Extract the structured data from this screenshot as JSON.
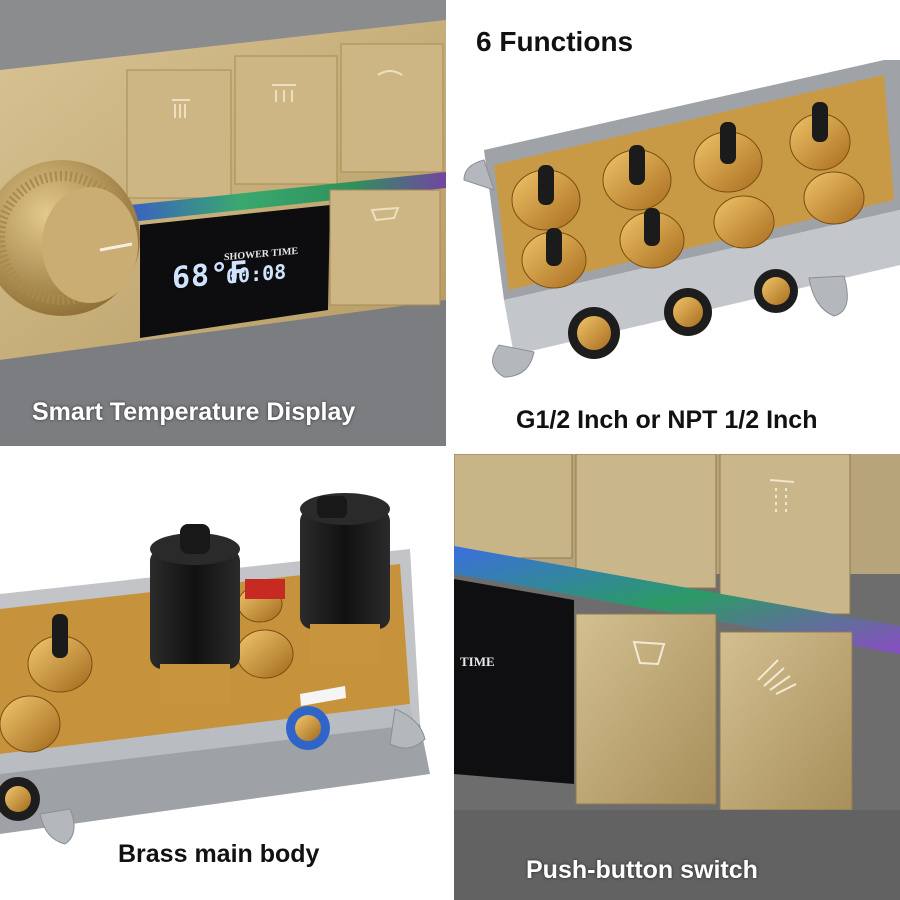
{
  "panels": {
    "top_left": {
      "caption": "Smart Temperature Display",
      "display_readout": "68°F",
      "display_label": "SHOWER TIME",
      "display_time": "00:08"
    },
    "top_right": {
      "title": "6 Functions",
      "caption": "G1/2 Inch or NPT 1/2 Inch"
    },
    "bottom_left": {
      "caption": "Brass main body"
    },
    "bottom_right": {
      "caption": "Push-button switch",
      "display_label": "TIME"
    }
  },
  "colors": {
    "brushed_gold": "#c9b07a",
    "brass": "#d9a441",
    "valve_box_gray": "#b9bcc0",
    "display_black": "#0d0d10",
    "knob_black": "#1a1a1a"
  }
}
